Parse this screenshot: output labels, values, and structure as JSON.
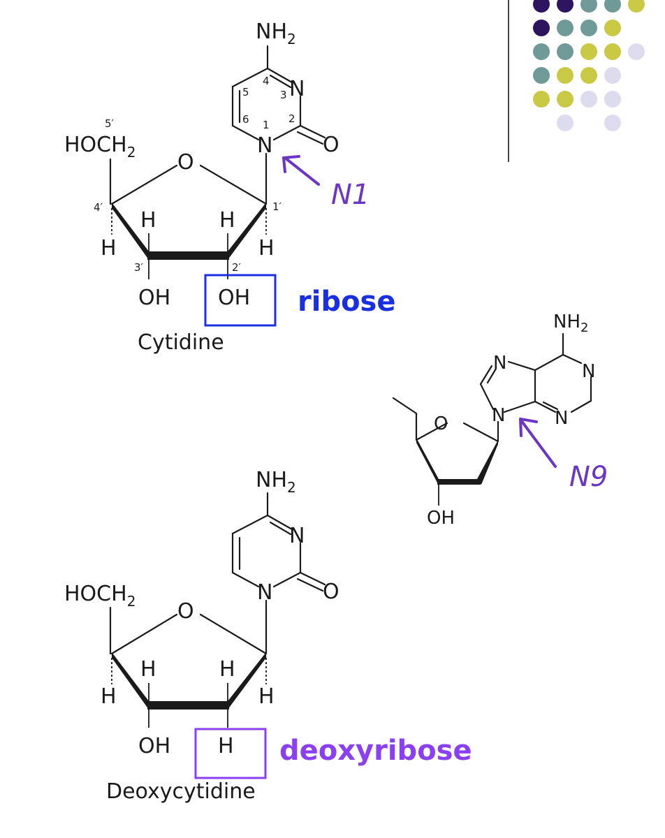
{
  "atoms": {
    "nh2": "NH",
    "nh2_sub": "2",
    "n": "N",
    "o": "O",
    "h": "H",
    "oh": "OH",
    "hoch": "HOCH",
    "hoch_sub": "2"
  },
  "cytidine": {
    "caption": "Cytidine",
    "ring_numbers": [
      "1",
      "2",
      "3",
      "4",
      "5",
      "6"
    ],
    "sugar_numbers": [
      "1′",
      "2′",
      "3′",
      "4′",
      "5′"
    ]
  },
  "deoxycytidine": {
    "caption": "Deoxycytidine"
  },
  "labels": {
    "ribose": "ribose",
    "deoxyribose": "deoxyribose"
  },
  "annotations": {
    "n1": "N1",
    "n9": "N9"
  },
  "colors": {
    "ribose": "#1a2fe0",
    "deoxyribose": "#8a3ff0",
    "handwriting": "#6a36c2"
  },
  "dot_grid": {
    "colors": {
      "purple": "#2e1560",
      "teal": "#6f9a98",
      "olive": "#c9c945",
      "lavender": "#dddcef"
    },
    "rows": [
      [
        "purple",
        "purple",
        "teal",
        "teal",
        "olive"
      ],
      [
        "purple",
        "teal",
        "teal",
        "olive",
        ""
      ],
      [
        "teal",
        "teal",
        "olive",
        "olive",
        "lavender"
      ],
      [
        "teal",
        "olive",
        "olive",
        "lavender",
        ""
      ],
      [
        "olive",
        "olive",
        "lavender",
        "lavender",
        ""
      ],
      [
        "",
        "lavender",
        "",
        "lavender",
        ""
      ]
    ]
  }
}
